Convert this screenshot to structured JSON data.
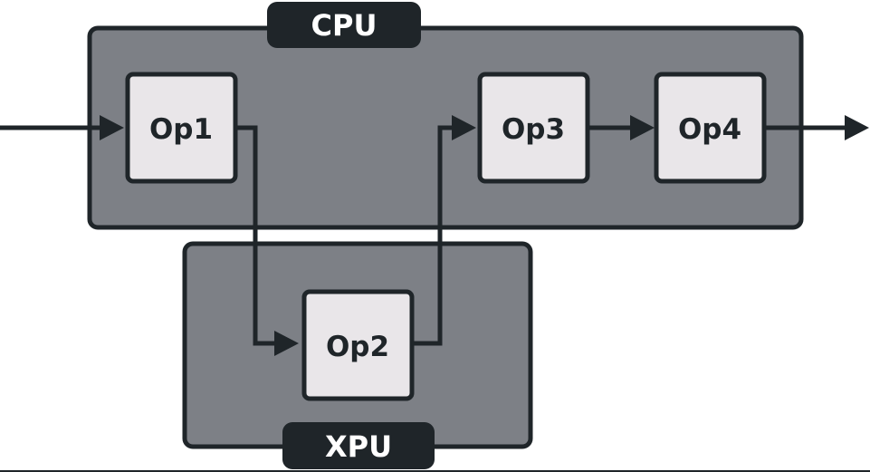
{
  "devices": {
    "cpu": {
      "label": "CPU"
    },
    "xpu": {
      "label": "XPU"
    }
  },
  "ops": {
    "op1": {
      "label": "Op1"
    },
    "op2": {
      "label": "Op2"
    },
    "op3": {
      "label": "Op3"
    },
    "op4": {
      "label": "Op4"
    }
  },
  "colors": {
    "device_fill": "#7d8086",
    "outline": "#1f2529",
    "op_fill": "#e9e6e9",
    "tab_text": "#ffffff"
  }
}
